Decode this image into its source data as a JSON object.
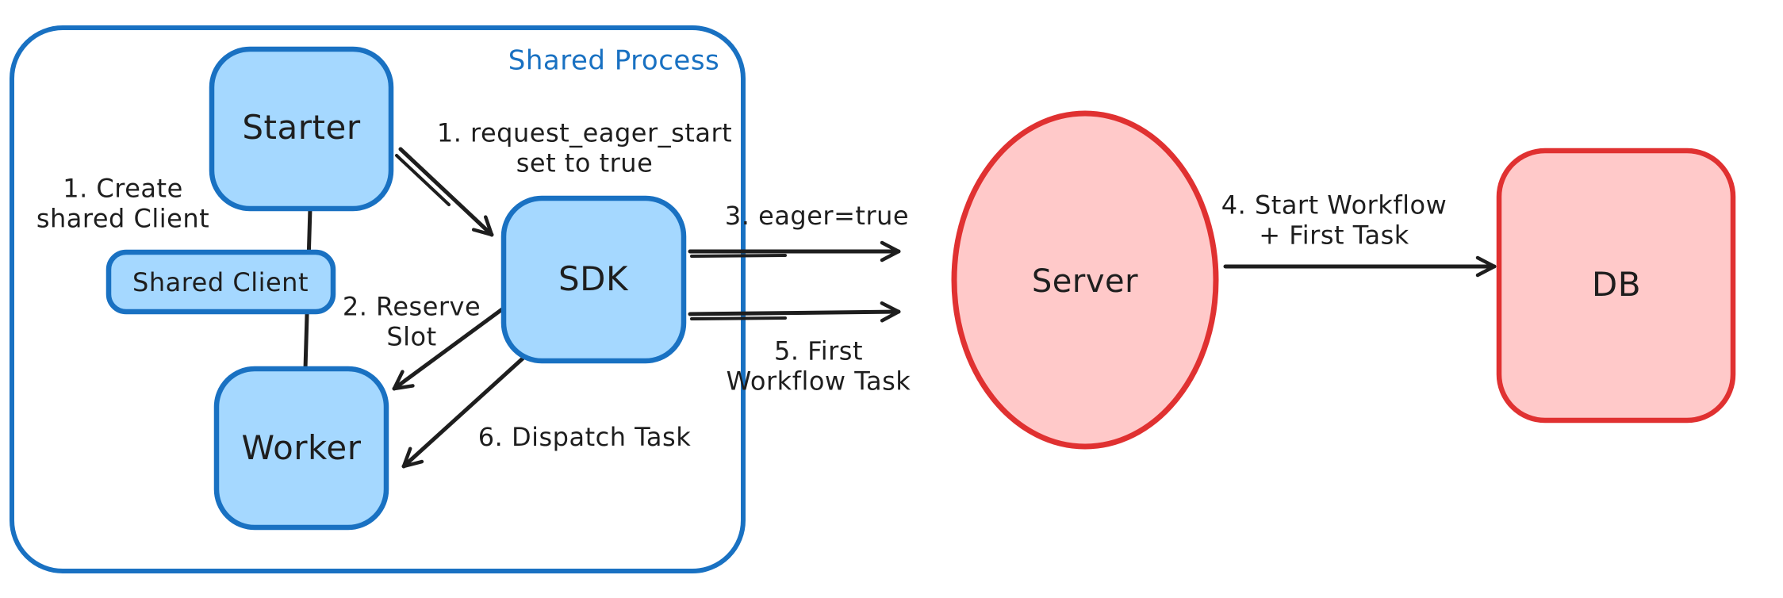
{
  "diagram": {
    "container_label": "Shared Process",
    "nodes": {
      "starter": "Starter",
      "shared_client": "Shared Client",
      "worker": "Worker",
      "sdk": "SDK",
      "server": "Server",
      "db": "DB"
    },
    "labels": {
      "create_client": "1. Create\nshared Client",
      "request_eager_start": "1. request_eager_start\nset to true",
      "reserve_slot": "2. Reserve\nSlot",
      "eager_true": "3. eager=true",
      "start_workflow": "4. Start Workflow\n+ First Task",
      "first_workflow_task": "5. First\nWorkflow Task",
      "dispatch_task": "6. Dispatch Task"
    },
    "colors": {
      "blue_stroke": "#1971c2",
      "blue_fill": "#a5d8ff",
      "red_stroke": "#e03131",
      "red_fill": "#ffc9c9",
      "ink": "#1e1e1e"
    }
  }
}
